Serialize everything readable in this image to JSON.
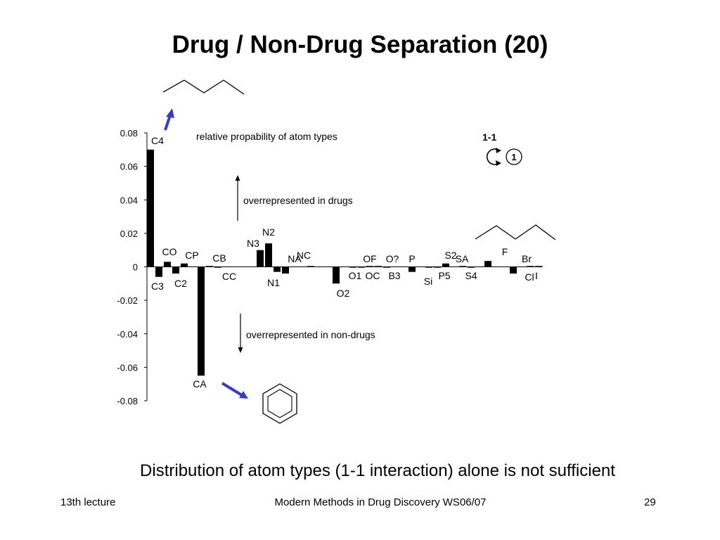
{
  "slide": {
    "title": "Drug / Non-Drug Separation (20)",
    "subtitle": "Distribution of atom types (1-1 interaction) alone is not sufficient",
    "footer_left": "13th lecture",
    "footer_center": "Modern Methods in Drug Discovery WS06/07",
    "footer_right": "29",
    "colors": {
      "bars": "#000000",
      "arrows": "#3a3ac8",
      "text": "#000000"
    },
    "icons": [
      "alkane-chain-icon",
      "benzene-ring-icon",
      "cycle-arrows-icon"
    ]
  },
  "chart_data": {
    "type": "bar",
    "ylim": [
      -0.08,
      0.08
    ],
    "yticks": [
      0.08,
      0.06,
      0.04,
      0.02,
      0,
      -0.02,
      -0.04,
      -0.06,
      -0.08
    ],
    "ytick_labels": [
      "0.08",
      "0.06",
      "0.04",
      "0.02",
      "0",
      "-0.02",
      "-0.04",
      "-0.06",
      "-0.08"
    ],
    "grid": false,
    "categories": [
      "C4",
      "C3",
      "CO",
      "C2",
      "CP",
      "CA",
      "CB",
      "CC",
      "N3",
      "N2",
      "N1",
      "NA",
      "NC",
      "O2",
      "OF",
      "O1",
      "OC",
      "O?",
      "B3",
      "P",
      "Si",
      "P5",
      "S2",
      "SA",
      "S4",
      "F",
      "Cl",
      "Br",
      "I"
    ],
    "values": [
      0.07,
      -0.006,
      0.003,
      -0.004,
      0.002,
      -0.065,
      0.0003,
      -0.0003,
      0.01,
      0.014,
      -0.003,
      -0.004,
      0.0005,
      -0.01,
      -0.0003,
      -0.0005,
      0.0003,
      0.0003,
      -0.0003,
      -0.003,
      -0.0003,
      -0.0005,
      0.002,
      0.0005,
      -0.0005,
      0.0035,
      -0.004,
      0.0005,
      0.0005
    ],
    "annotations": {
      "top_label": "relative propability of atom types",
      "up_label": "overrepresented in drugs",
      "down_label": "overrepresented in non-drugs",
      "interaction_label": "1-1",
      "interaction_badge": "1"
    }
  }
}
